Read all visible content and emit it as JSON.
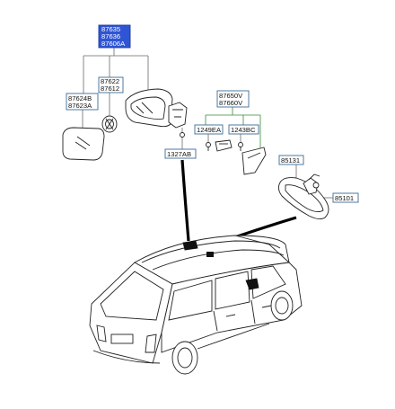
{
  "diagram": {
    "callouts": {
      "c87635": "87635",
      "c87636": "87636",
      "c87606a": "87606A",
      "c87622": "87622",
      "c87612": "87612",
      "c87624b": "87624B",
      "c87623a": "87623A",
      "c87650v": "87650V",
      "c87660v": "87660V",
      "c1249ea": "1249EA",
      "c1243bc": "1243BC",
      "c1327ab": "1327AB",
      "c85131": "85131",
      "c85101": "85101"
    },
    "colors": {
      "highlight_fill": "#2f55d4",
      "box_stroke": "#3a6b96",
      "leader_line": "#6a6a6a",
      "bracket_green": "#3a8a3a"
    }
  }
}
